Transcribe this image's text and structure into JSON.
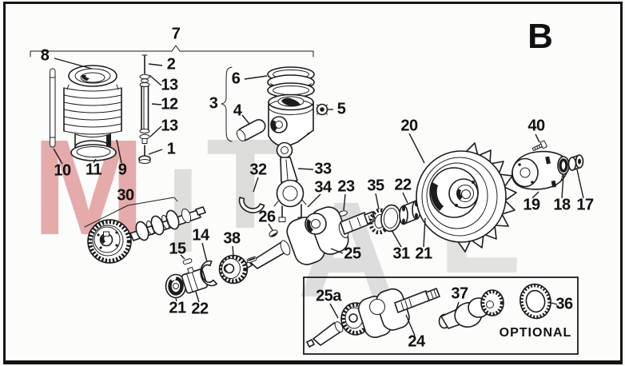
{
  "plate_label": "B",
  "optional_label": "OPTIONAL",
  "watermark": {
    "l1": "M",
    "l2": "I",
    "l3": "T",
    "l4": "A",
    "l5": "L",
    "red": "#cd5a5a",
    "gray": "#b4b4b4"
  },
  "callouts": {
    "c7": "7",
    "c8": "8",
    "c2": "2",
    "c13a": "13",
    "c12": "12",
    "c13b": "13",
    "c1": "1",
    "c10": "10",
    "c11": "11",
    "c9": "9",
    "c6": "6",
    "c3": "3",
    "c4": "4",
    "c5": "5",
    "c20": "20",
    "c40": "40",
    "c32": "32",
    "c33": "33",
    "c34": "34",
    "c23": "23",
    "c35": "35",
    "c22a": "22",
    "c19": "19",
    "c18": "18",
    "c17": "17",
    "c26": "26",
    "c30": "30",
    "c25": "25",
    "c31": "31",
    "c21a": "21",
    "c14": "14",
    "c15": "15",
    "c38": "38",
    "c21b": "21",
    "c22b": "22",
    "c25a": "25a",
    "c24": "24",
    "c37": "37",
    "c36": "36"
  }
}
